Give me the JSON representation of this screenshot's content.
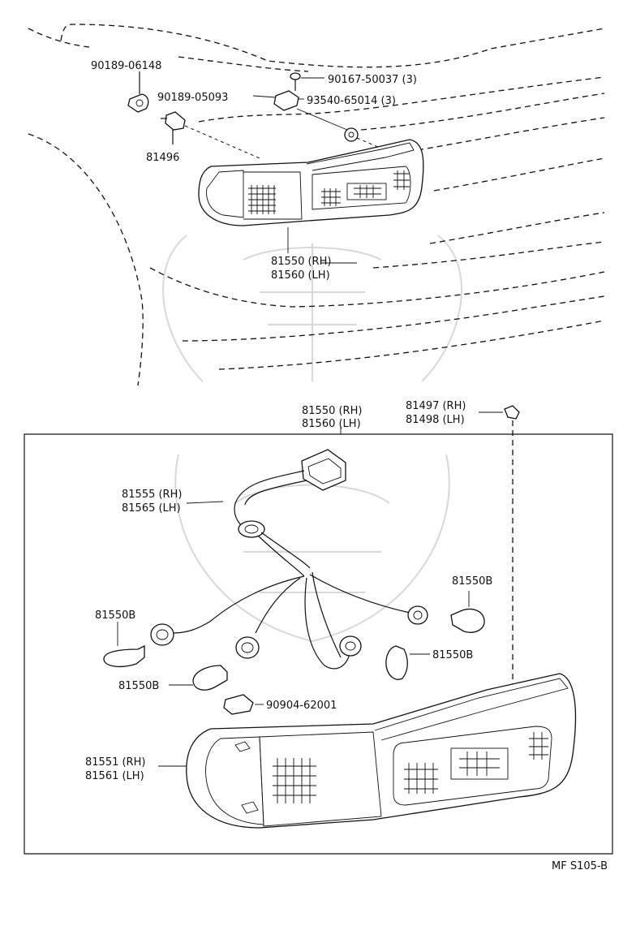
{
  "labels": {
    "clip_upper": "90189-06148",
    "screw": "90167-50037 (3)",
    "clip_mid": "90189-05093",
    "nut": "93540-65014 (3)",
    "socket_clip": "81496",
    "lamp_top_rh": "81550 (RH)",
    "lamp_top_lh": "81560 (LH)",
    "lamp_box_rh": "81550 (RH)",
    "lamp_box_lh": "81560 (LH)",
    "bracket_rh": "81497 (RH)",
    "bracket_lh": "81498 (LH)",
    "wire_rh": "81555 (RH)",
    "wire_lh": "81565 (LH)",
    "bulb_right": "81550B",
    "bulb_left": "81550B",
    "bulb_mid": "81550B",
    "bulb_lower": "81550B",
    "fuse": "90904-62001",
    "lens_rh": "81551 (RH)",
    "lens_lh": "81561 (LH)",
    "figure_code": "MF S105-B"
  }
}
